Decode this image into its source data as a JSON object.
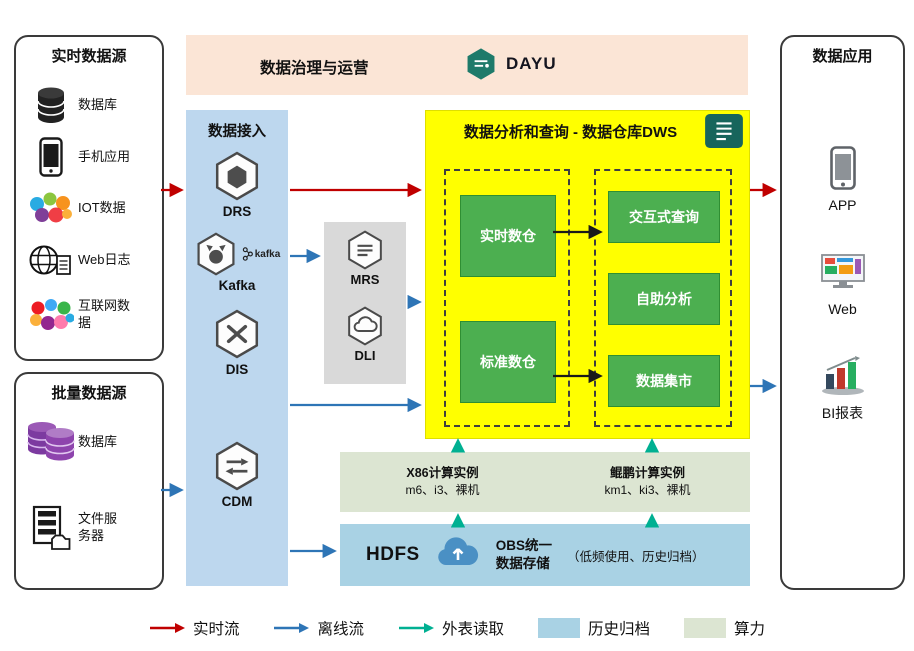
{
  "realtime_sources": {
    "title": "实时数据源",
    "items": [
      {
        "label": "数据库",
        "icon": "database-icon"
      },
      {
        "label": "手机应用",
        "icon": "mobile-phone-icon"
      },
      {
        "label": "IOT数据",
        "icon": "iot-icon"
      },
      {
        "label": "Web日志",
        "icon": "web-log-icon"
      },
      {
        "label": "互联网数据",
        "icon": "internet-data-icon"
      }
    ]
  },
  "batch_sources": {
    "title": "批量数据源",
    "items": [
      {
        "label": "数据库",
        "icon": "purple-database-icon"
      },
      {
        "label": "文件服务器",
        "icon": "file-server-icon"
      }
    ]
  },
  "governance_banner": {
    "title": "数据治理与运营",
    "product": "DAYU"
  },
  "ingestion": {
    "title": "数据接入",
    "services": [
      {
        "label": "DRS"
      },
      {
        "label": "Kafka",
        "logo_text": "kafka"
      },
      {
        "label": "DIS"
      },
      {
        "label": "CDM"
      }
    ]
  },
  "processing": {
    "services": [
      {
        "label": "MRS"
      },
      {
        "label": "DLI"
      }
    ]
  },
  "dws": {
    "title": "数据分析和查询 - 数据仓库DWS",
    "warehouses": [
      "实时数仓",
      "标准数仓"
    ],
    "services": [
      "交互式查询",
      "自助分析",
      "数据集市"
    ]
  },
  "compute": {
    "instances": [
      {
        "name": "X86计算实例",
        "specs": "m6、i3、裸机"
      },
      {
        "name": "鲲鹏计算实例",
        "specs": "km1、ki3、裸机"
      }
    ]
  },
  "storage": {
    "hdfs": "HDFS",
    "obs_line1": "OBS统一",
    "obs_line2": "数据存储",
    "note": "（低频使用、历史归档）"
  },
  "applications": {
    "title": "数据应用",
    "items": [
      {
        "label": "APP",
        "icon": "app-phone-icon"
      },
      {
        "label": "Web",
        "icon": "web-browser-icon"
      },
      {
        "label": "BI报表",
        "icon": "bi-report-icon"
      }
    ]
  },
  "legend": {
    "items": [
      {
        "label": "实时流",
        "type": "arrow",
        "color": "#c00000"
      },
      {
        "label": "离线流",
        "type": "arrow",
        "color": "#2e75b6"
      },
      {
        "label": "外表读取",
        "type": "arrow",
        "color": "#00b092"
      },
      {
        "label": "历史归档",
        "type": "swatch",
        "color": "#a9d2e4"
      },
      {
        "label": "算力",
        "type": "swatch",
        "color": "#dce5d2"
      }
    ]
  },
  "colors": {
    "banner_bg": "#fbe5d6",
    "ingestion_bg": "#bdd7ee",
    "processing_bg": "#d9d9d9",
    "dws_bg": "#ffff00",
    "warehouse_green": "#4caf50",
    "compute_bg": "#dce5d2",
    "storage_bg": "#a9d2e4"
  }
}
